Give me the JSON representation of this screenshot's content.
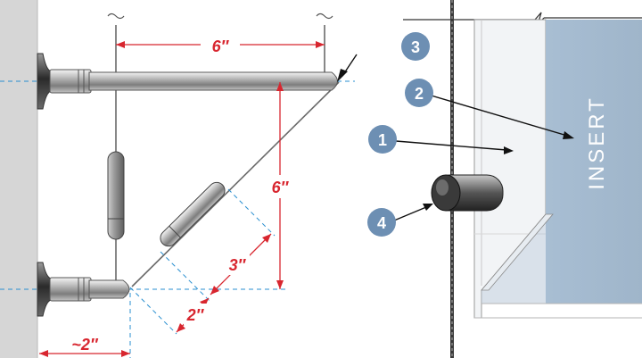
{
  "colors": {
    "dimension": "#d8262f",
    "guide": "#2a8fd0",
    "callout": "#6d8fb3",
    "wall": "#d6d6d6",
    "insert_panel": "#a9bed2"
  },
  "dimensions": {
    "top_span": "6″",
    "vertical_span": "6″",
    "diagonal_upper": "3″",
    "diagonal_lower": "2″",
    "bottom_offset": "~2″"
  },
  "callouts": {
    "c1": "1",
    "c2": "2",
    "c3": "3",
    "c4": "4"
  },
  "insert_label": "INSERT",
  "icons": [
    "wall-standoff-icon",
    "cable-gripper-icon",
    "break-mark-icon"
  ]
}
